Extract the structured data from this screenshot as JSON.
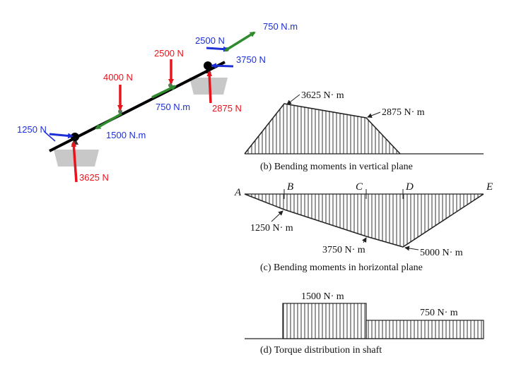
{
  "colors": {
    "vertical_force": "#e8141c",
    "horizontal_force": "#1d2fd6",
    "torque": "#2e8b2e",
    "shaft": "#000000",
    "support": "#c8c8c8",
    "diagram_line": "#222222"
  },
  "shaft_sketch": {
    "forces": {
      "f_750nm_top": "750 N.m",
      "f_2500n_blue": "2500 N",
      "f_3750n": "3750 N",
      "f_2500n_red": "2500 N",
      "f_4000n": "4000 N",
      "f_750nm_mid": "750 N.m",
      "f_2875n": "2875 N",
      "f_1250n": "1250 N",
      "f_1500nm": "1500 N.m",
      "f_3625n": "3625 N"
    }
  },
  "vertical_moments": {
    "caption": "(b) Bending moments in vertical plane",
    "peak_b_label": "3625 N· m",
    "peak_c_label": "2875 N· m",
    "values": [
      0,
      3625,
      2875,
      0
    ]
  },
  "horizontal_moments": {
    "caption": "(c) Bending moments in horizontal plane",
    "points": [
      "A",
      "B",
      "C",
      "D",
      "E"
    ],
    "label_b": "1250 N· m",
    "label_c": "3750 N· m",
    "label_d": "5000 N· m",
    "values": [
      0,
      -1250,
      -3750,
      -5000,
      0
    ]
  },
  "torque": {
    "caption": "(d) Torque distribution in shaft",
    "label_left": "1500 N· m",
    "label_right": "750 N· m",
    "values": [
      1500,
      750
    ]
  }
}
